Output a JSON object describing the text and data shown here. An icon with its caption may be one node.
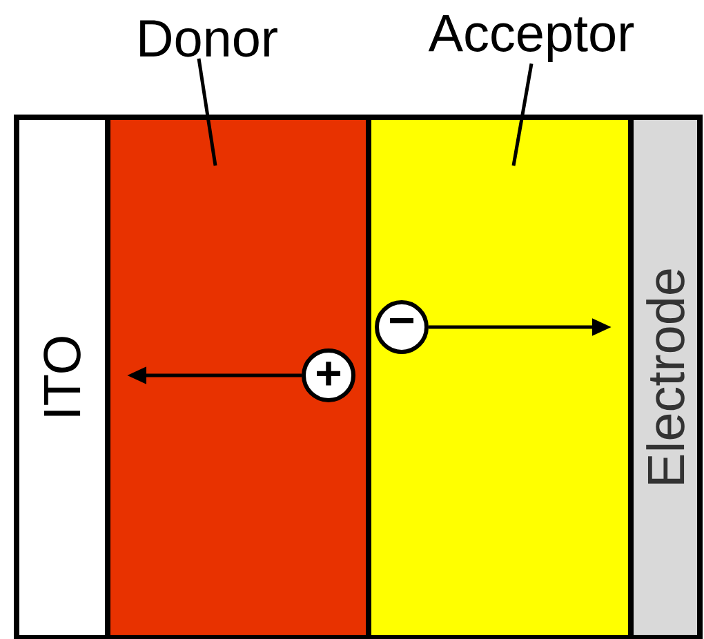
{
  "diagram": {
    "nodes": [
      {
        "text": [
          "Donor"
        ]
      },
      {
        "text": [
          "Acceptor"
        ]
      },
      {
        "text": [
          "ITO"
        ]
      },
      {
        "text": [],
        "shape": "box"
      },
      {
        "text": [],
        "shape": "box"
      },
      {
        "text": [
          "Electrode"
        ]
      },
      {
        "text": [
          "+"
        ],
        "in": 3
      },
      {
        "text": [
          "−"
        ],
        "in": 4
      }
    ],
    "edges": [
      {
        "from": 0,
        "to": 3,
        "arrow": "none"
      },
      {
        "from": 1,
        "to": 4,
        "arrow": "none"
      },
      {
        "from": 6,
        "to": 2,
        "arrow": "to"
      },
      {
        "from": 7,
        "to": 5,
        "arrow": "to"
      }
    ]
  }
}
